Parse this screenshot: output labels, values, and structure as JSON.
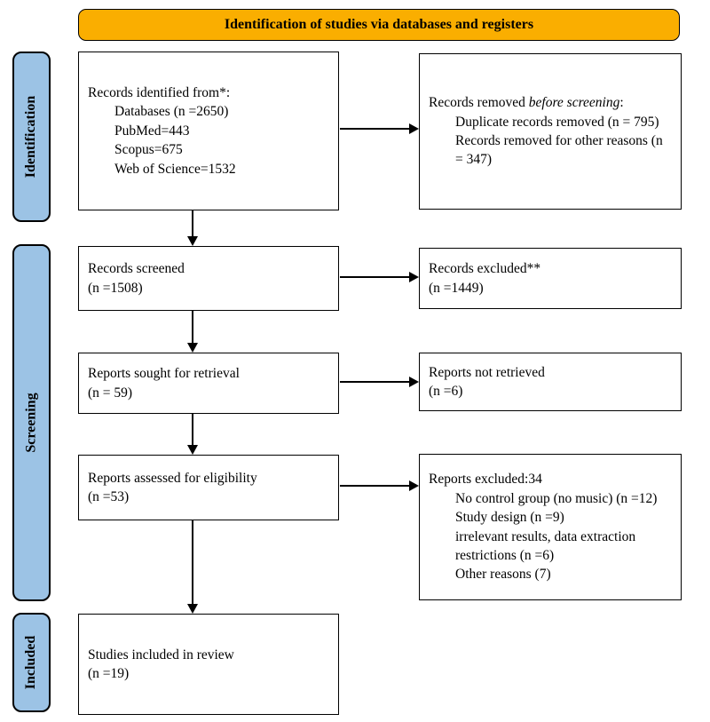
{
  "colors": {
    "banner_bg": "#FAAE00",
    "stage_bg": "#9CC3E5",
    "border": "#000000"
  },
  "banner": {
    "label": "Identification of studies via databases and registers"
  },
  "sidebar": {
    "stages": [
      {
        "label": "Identification"
      },
      {
        "label": "Screening"
      },
      {
        "label": "Included"
      }
    ]
  },
  "boxes": {
    "records_identified": {
      "title": "Records identified from*:",
      "items": [
        "Databases (n =2650)",
        "PubMed=443",
        "Scopus=675",
        "Web of Science=1532"
      ]
    },
    "records_removed": {
      "title_prefix": "Records removed ",
      "title_italic": "before screening",
      "title_suffix": ":",
      "items": [
        "Duplicate records removed (n = 795)",
        "Records removed for other reasons (n = 347)"
      ]
    },
    "records_screened": {
      "line1": "Records screened",
      "line2": "(n =1508)"
    },
    "records_excluded": {
      "line1": "Records excluded**",
      "line2": "(n =1449)"
    },
    "reports_sought": {
      "line1": "Reports sought for retrieval",
      "line2": "(n = 59)"
    },
    "reports_not_retrieved": {
      "line1": "Reports not retrieved",
      "line2": "(n =6)"
    },
    "reports_assessed": {
      "line1": "Reports assessed for eligibility",
      "line2": "(n =53)"
    },
    "reports_excluded": {
      "title": "Reports excluded:34",
      "items": [
        "No control group (no music) (n =12)",
        "Study design (n =9)",
        "irrelevant results, data extraction restrictions (n =6)",
        "Other reasons (7)"
      ]
    },
    "studies_included": {
      "line1": "Studies included in review",
      "line2": "(n =19)"
    }
  }
}
